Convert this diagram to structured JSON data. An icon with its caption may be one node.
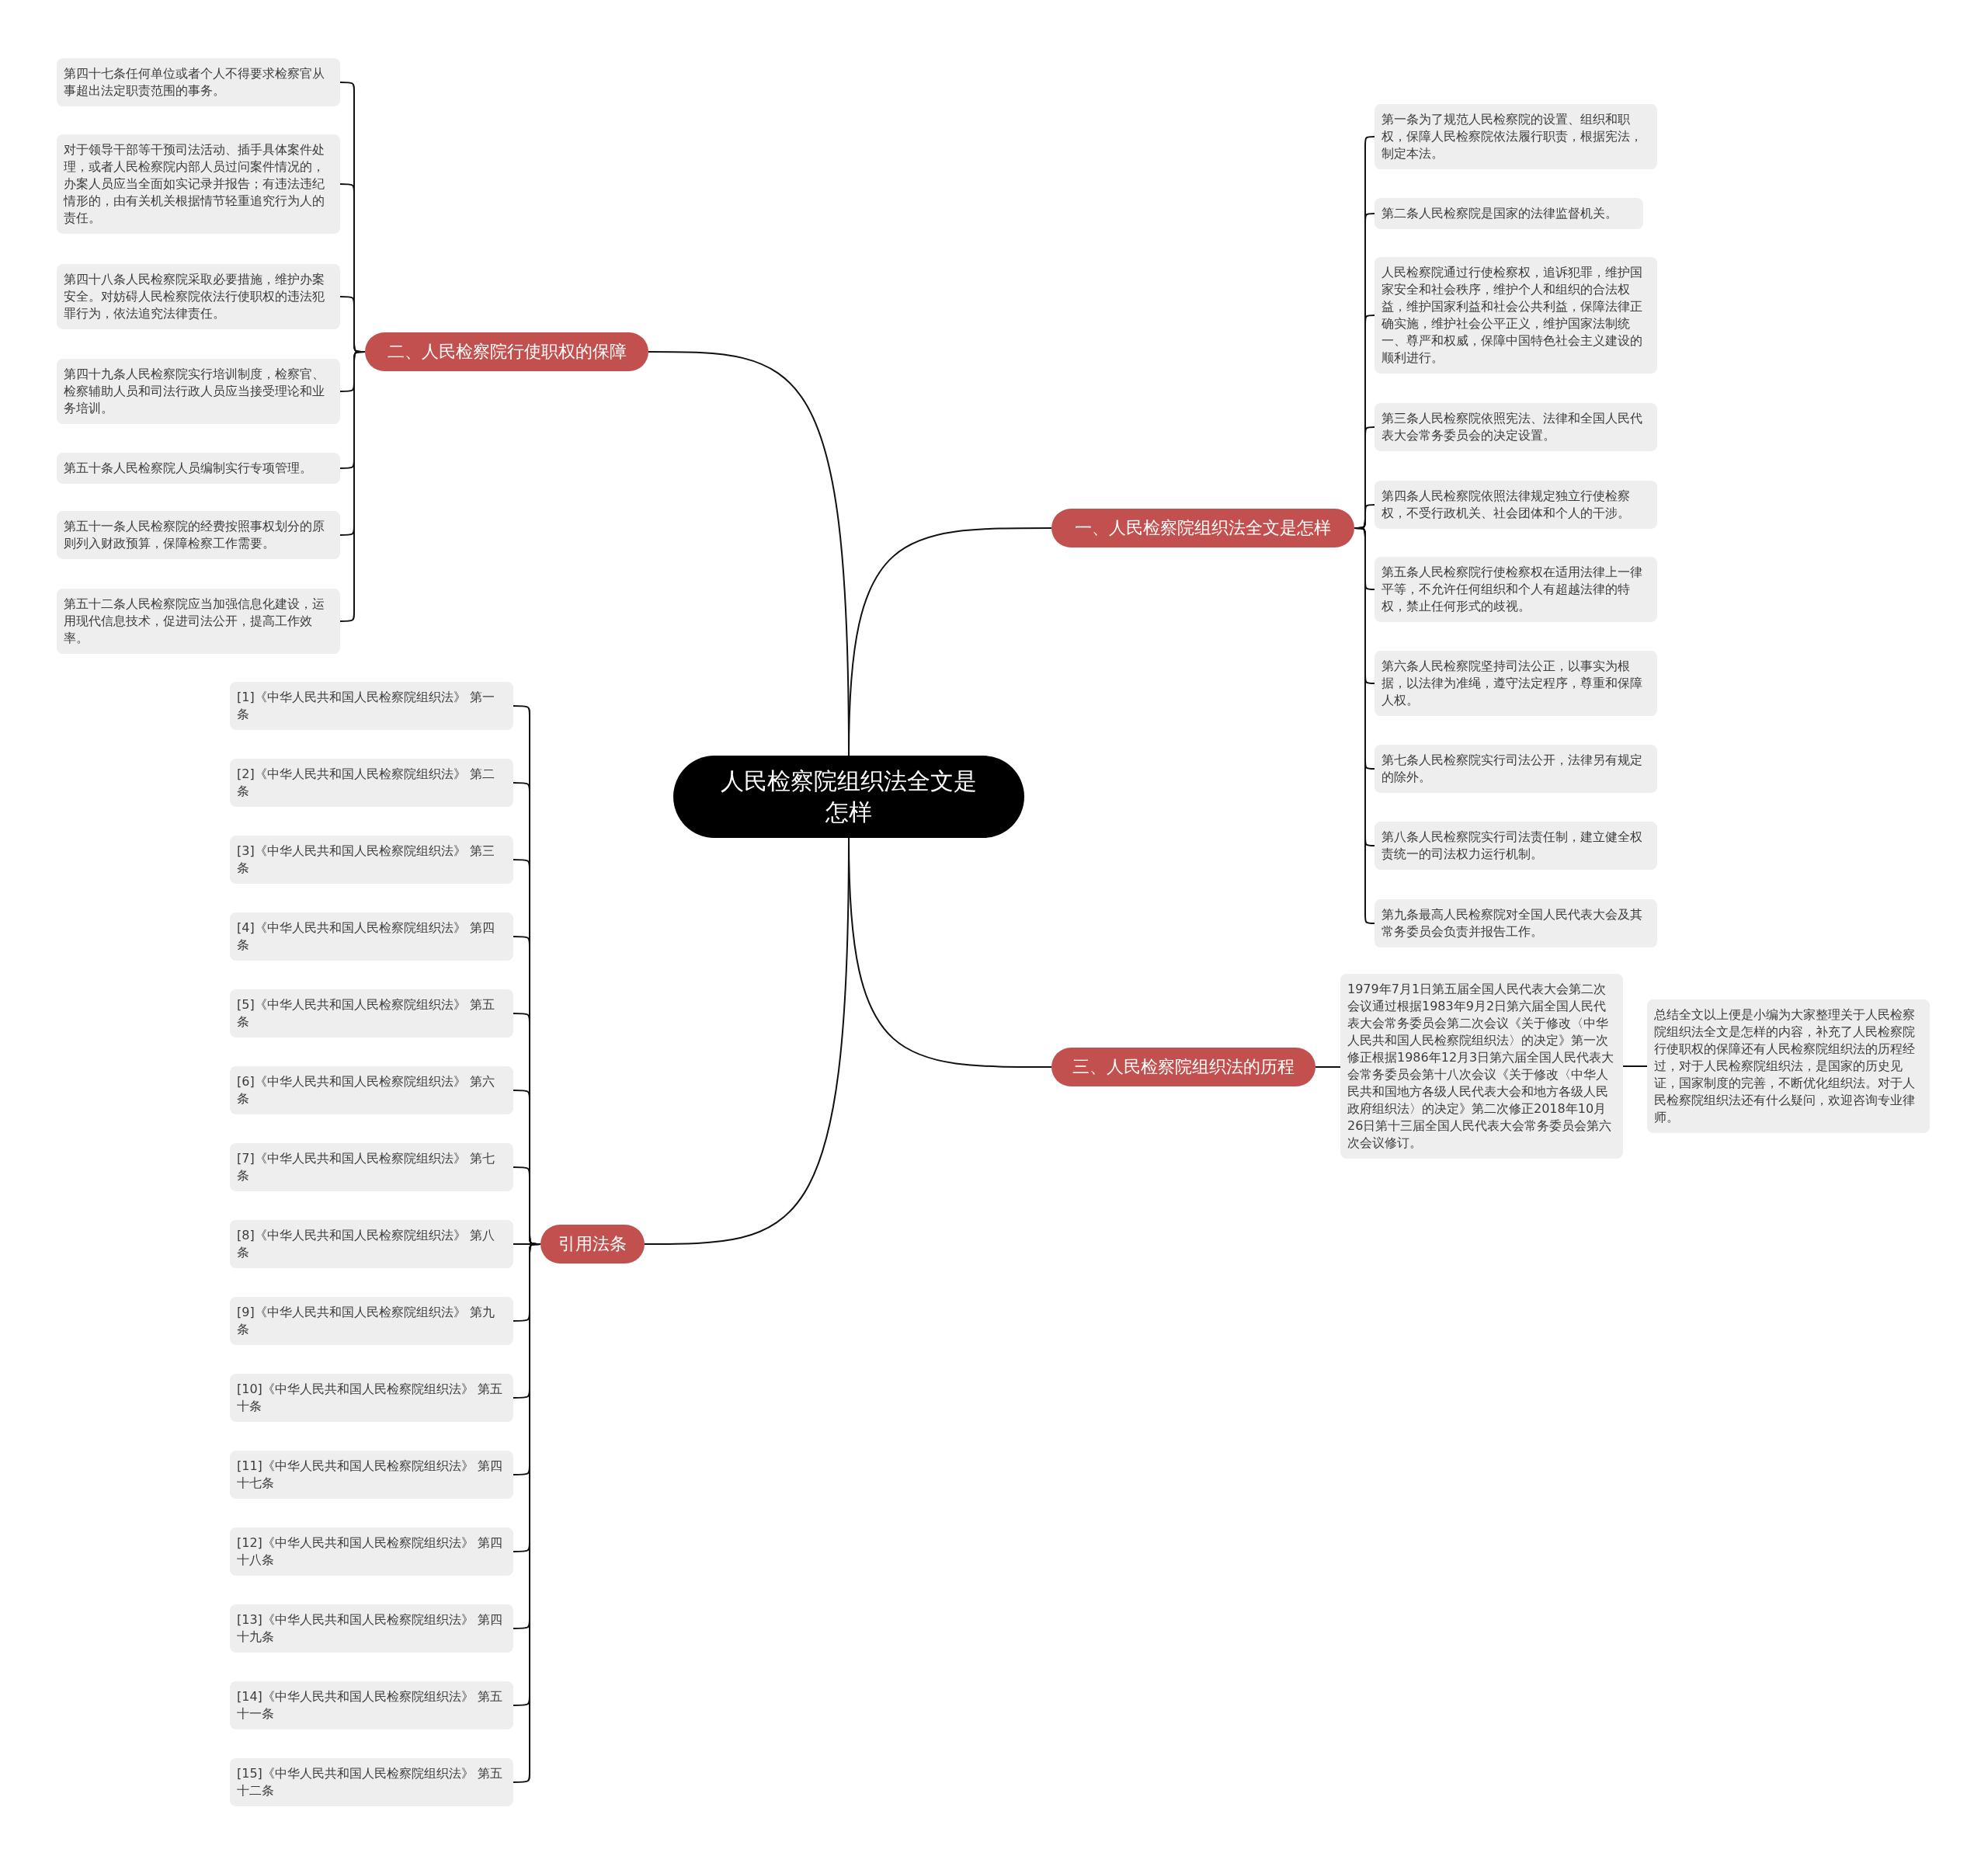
{
  "diagram": {
    "nodes": [
      {
        "text": [
          "人民检察院组织法全文是怎样"
        ]
      },
      {
        "text": [
          "一、人民检察院组织法全文是怎样"
        ]
      },
      {
        "text": [
          "第一条为了规范人民检察院的设置、组织和职权，保障人民检察院依法履行职责，根据宪法，制定本法。"
        ]
      },
      {
        "text": [
          "第二条人民检察院是国家的法律监督机关。"
        ]
      },
      {
        "text": [
          "人民检察院通过行使检察权，追诉犯罪，维护国家安全和社会秩序，维护个人和组织的合法权益，维护国家利益和社会公共利益，保障法律正确实施，维护社会公平正义，维护国家法制统一、尊严和权威，保障中国特色社会主义建设的顺利进行。"
        ]
      },
      {
        "text": [
          "第三条人民检察院依照宪法、法律和全国人民代表大会常务委员会的决定设置。"
        ]
      },
      {
        "text": [
          "第四条人民检察院依照法律规定独立行使检察权，不受行政机关、社会团体和个人的干涉。"
        ]
      },
      {
        "text": [
          "第五条人民检察院行使检察权在适用法律上一律平等，不允许任何组织和个人有超越法律的特权，禁止任何形式的歧视。"
        ]
      },
      {
        "text": [
          "第六条人民检察院坚持司法公正，以事实为根据，以法律为准绳，遵守法定程序，尊重和保障人权。"
        ]
      },
      {
        "text": [
          "第七条人民检察院实行司法公开，法律另有规定的除外。"
        ]
      },
      {
        "text": [
          "第八条人民检察院实行司法责任制，建立健全权责统一的司法权力运行机制。"
        ]
      },
      {
        "text": [
          "第九条最高人民检察院对全国人民代表大会及其常务委员会负责并报告工作。"
        ]
      },
      {
        "text": [
          "二、人民检察院行使职权的保障"
        ]
      },
      {
        "text": [
          "第四十七条任何单位或者个人不得要求检察官从事超出法定职责范围的事务。"
        ]
      },
      {
        "text": [
          "对于领导干部等干预司法活动、插手具体案件处理，或者人民检察院内部人员过问案件情况的，办案人员应当全面如实记录并报告；有违法违纪情形的，由有关机关根据情节轻重追究行为人的责任。"
        ]
      },
      {
        "text": [
          "第四十八条人民检察院采取必要措施，维护办案安全。对妨碍人民检察院依法行使职权的违法犯罪行为，依法追究法律责任。"
        ]
      },
      {
        "text": [
          "第四十九条人民检察院实行培训制度，检察官、检察辅助人员和司法行政人员应当接受理论和业务培训。"
        ]
      },
      {
        "text": [
          "第五十条人民检察院人员编制实行专项管理。"
        ]
      },
      {
        "text": [
          "第五十一条人民检察院的经费按照事权划分的原则列入财政预算，保障检察工作需要。"
        ]
      },
      {
        "text": [
          "第五十二条人民检察院应当加强信息化建设，运用现代信息技术，促进司法公开，提高工作效率。"
        ]
      },
      {
        "text": [
          "三、人民检察院组织法的历程"
        ]
      },
      {
        "text": [
          "1979年7月1日第五届全国人民代表大会第二次会议通过根据1983年9月2日第六届全国人民代表大会常务委员会第二次会议《关于修改〈中华人民共和国人民检察院组织法〉的决定》第一次修正根据1986年12月3日第六届全国人民代表大会常务委员会第十八次会议《关于修改〈中华人民共和国地方各级人民代表大会和地方各级人民政府组织法〉的决定》第二次修正2018年10月26日第十三届全国人民代表大会常务委员会第六次会议修订。"
        ]
      },
      {
        "text": [
          "总结全文以上便是小编为大家整理关于人民检察院组织法全文是怎样的内容，补充了人民检察院行使职权的保障还有人民检察院组织法的历程经过，对于人民检察院组织法，是国家的历史见证，国家制度的完善，不断优化组织法。对于人民检察院组织法还有什么疑问，欢迎咨询专业律师。"
        ]
      },
      {
        "text": [
          "引用法条"
        ]
      },
      {
        "text": [
          "[1]《中华人民共和国人民检察院组织法》 第一条"
        ]
      },
      {
        "text": [
          "[2]《中华人民共和国人民检察院组织法》 第二条"
        ]
      },
      {
        "text": [
          "[3]《中华人民共和国人民检察院组织法》 第三条"
        ]
      },
      {
        "text": [
          "[4]《中华人民共和国人民检察院组织法》 第四条"
        ]
      },
      {
        "text": [
          "[5]《中华人民共和国人民检察院组织法》 第五条"
        ]
      },
      {
        "text": [
          "[6]《中华人民共和国人民检察院组织法》 第六条"
        ]
      },
      {
        "text": [
          "[7]《中华人民共和国人民检察院组织法》 第七条"
        ]
      },
      {
        "text": [
          "[8]《中华人民共和国人民检察院组织法》 第八条"
        ]
      },
      {
        "text": [
          "[9]《中华人民共和国人民检察院组织法》 第九条"
        ]
      },
      {
        "text": [
          "[10]《中华人民共和国人民检察院组织法》 第五十条"
        ]
      },
      {
        "text": [
          "[11]《中华人民共和国人民检察院组织法》 第四十七条"
        ]
      },
      {
        "text": [
          "[12]《中华人民共和国人民检察院组织法》 第四十八条"
        ]
      },
      {
        "text": [
          "[13]《中华人民共和国人民检察院组织法》 第四十九条"
        ]
      },
      {
        "text": [
          "[14]《中华人民共和国人民检察院组织法》 第五十一条"
        ]
      },
      {
        "text": [
          "[15]《中华人民共和国人民检察院组织法》 第五十二条"
        ]
      }
    ],
    "edges": [
      {
        "from": 0,
        "to": 1,
        "arrow": "none"
      },
      {
        "from": 1,
        "to": 2,
        "arrow": "none"
      },
      {
        "from": 1,
        "to": 3,
        "arrow": "none"
      },
      {
        "from": 1,
        "to": 4,
        "arrow": "none"
      },
      {
        "from": 1,
        "to": 5,
        "arrow": "none"
      },
      {
        "from": 1,
        "to": 6,
        "arrow": "none"
      },
      {
        "from": 1,
        "to": 7,
        "arrow": "none"
      },
      {
        "from": 1,
        "to": 8,
        "arrow": "none"
      },
      {
        "from": 1,
        "to": 9,
        "arrow": "none"
      },
      {
        "from": 1,
        "to": 10,
        "arrow": "none"
      },
      {
        "from": 1,
        "to": 11,
        "arrow": "none"
      },
      {
        "from": 0,
        "to": 12,
        "arrow": "none"
      },
      {
        "from": 12,
        "to": 13,
        "arrow": "none"
      },
      {
        "from": 12,
        "to": 14,
        "arrow": "none"
      },
      {
        "from": 12,
        "to": 15,
        "arrow": "none"
      },
      {
        "from": 12,
        "to": 16,
        "arrow": "none"
      },
      {
        "from": 12,
        "to": 17,
        "arrow": "none"
      },
      {
        "from": 12,
        "to": 18,
        "arrow": "none"
      },
      {
        "from": 12,
        "to": 19,
        "arrow": "none"
      },
      {
        "from": 0,
        "to": 20,
        "arrow": "none"
      },
      {
        "from": 20,
        "to": 21,
        "arrow": "none"
      },
      {
        "from": 21,
        "to": 22,
        "arrow": "none"
      },
      {
        "from": 0,
        "to": 23,
        "arrow": "none"
      },
      {
        "from": 23,
        "to": 24,
        "arrow": "none"
      },
      {
        "from": 23,
        "to": 25,
        "arrow": "none"
      },
      {
        "from": 23,
        "to": 26,
        "arrow": "none"
      },
      {
        "from": 23,
        "to": 27,
        "arrow": "none"
      },
      {
        "from": 23,
        "to": 28,
        "arrow": "none"
      },
      {
        "from": 23,
        "to": 29,
        "arrow": "none"
      },
      {
        "from": 23,
        "to": 30,
        "arrow": "none"
      },
      {
        "from": 23,
        "to": 31,
        "arrow": "none"
      },
      {
        "from": 23,
        "to": 32,
        "arrow": "none"
      },
      {
        "from": 23,
        "to": 33,
        "arrow": "none"
      },
      {
        "from": 23,
        "to": 34,
        "arrow": "none"
      },
      {
        "from": 23,
        "to": 35,
        "arrow": "none"
      },
      {
        "from": 23,
        "to": 36,
        "arrow": "none"
      },
      {
        "from": 23,
        "to": 37,
        "arrow": "none"
      },
      {
        "from": 23,
        "to": 38,
        "arrow": "none"
      }
    ]
  }
}
